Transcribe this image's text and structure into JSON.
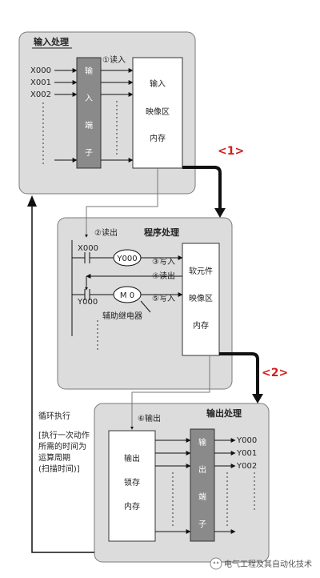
{
  "input_section": {
    "title": "输入处理",
    "read_label": "①读入",
    "inputs": [
      "X000",
      "X001",
      "X002"
    ],
    "terminal_chars": [
      "输",
      "入",
      "端",
      "子"
    ],
    "memory_lines": [
      "输入",
      "映像区",
      "内存"
    ]
  },
  "step1": "<1>",
  "program_section": {
    "title": "程序处理",
    "readout_label": "②读出",
    "x_contact": "X000",
    "y_contact": "Y000",
    "coil_y": "Y000",
    "coil_m": "M 0",
    "aux_relay": "辅助继电器",
    "write3": "③写入",
    "read4": "④读出",
    "write5": "⑤写入",
    "memory_lines": [
      "软元件",
      "映像区",
      "内存"
    ]
  },
  "step2": "<2>",
  "output_section": {
    "title": "输出处理",
    "output_label": "⑥输出",
    "latch_lines": [
      "输出",
      "锁存",
      "内存"
    ],
    "terminal_chars": [
      "输",
      "出",
      "端",
      "子"
    ],
    "outputs": [
      "Y000",
      "Y001",
      "Y002"
    ]
  },
  "cycle": {
    "title": "循环执行",
    "notes": [
      "[执行一次动作",
      "所需的时间为",
      "运算周期",
      "(扫描时间)]"
    ]
  },
  "watermark": "电气工程及其自动化技术",
  "colors": {
    "panel": "#dcdcdc",
    "terminal": "#8a8a8a",
    "accent": "#d21e1e",
    "line": "#111111"
  }
}
